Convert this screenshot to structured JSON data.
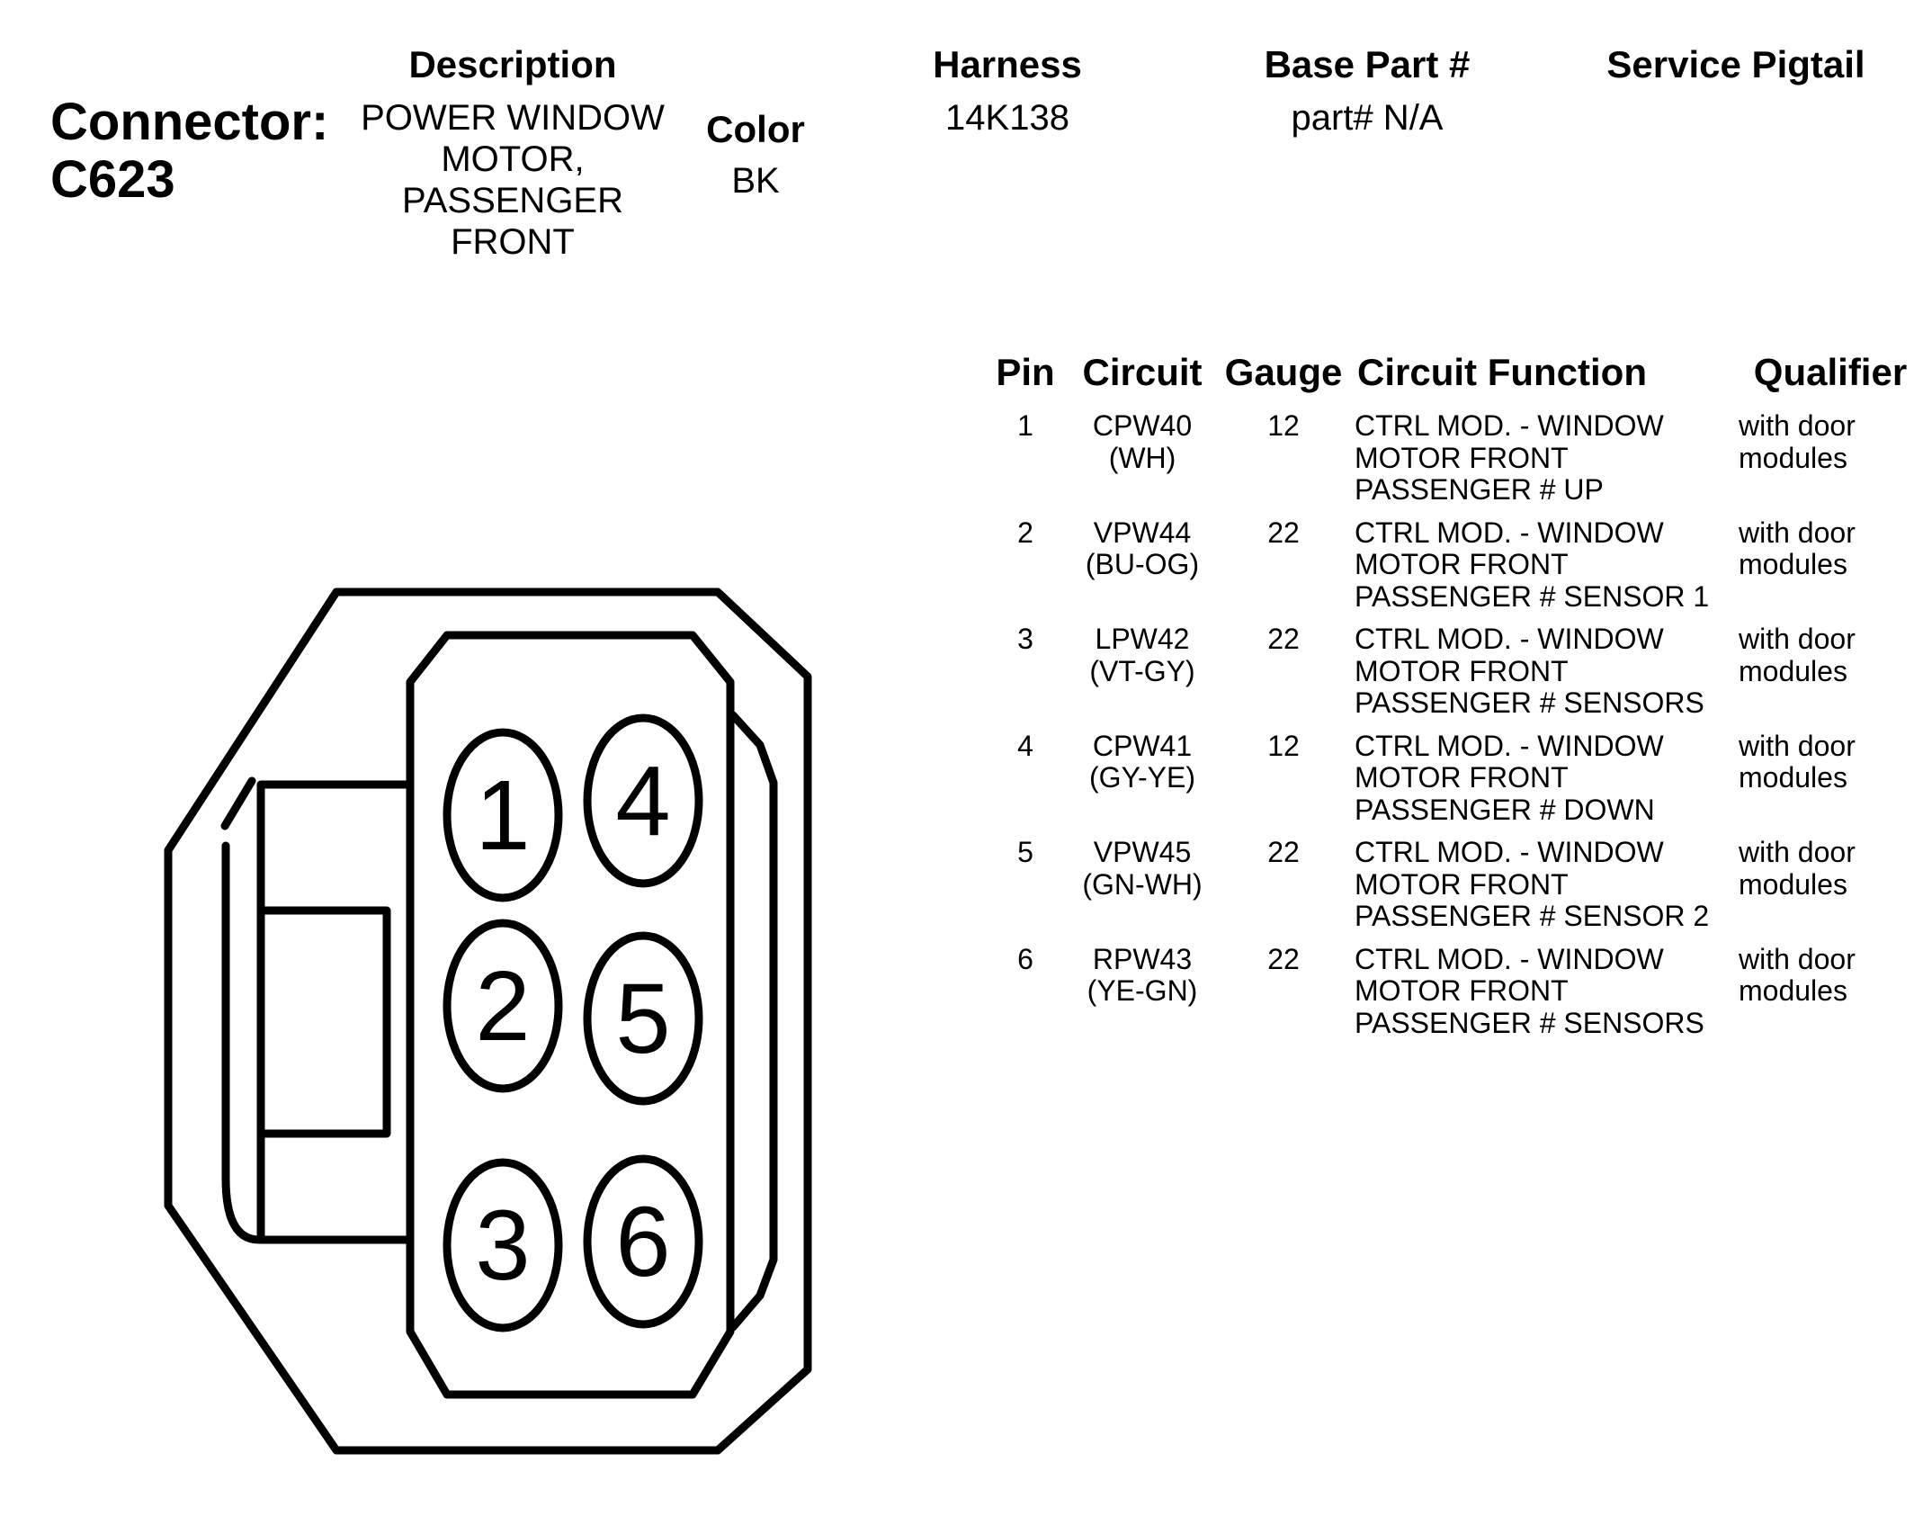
{
  "header": {
    "connector_label": "Connector:",
    "connector_id": "C623",
    "description_header": "Description",
    "description_lines": [
      "POWER WINDOW",
      "MOTOR,",
      "PASSENGER",
      "FRONT"
    ],
    "color_header": "Color",
    "color_value": "BK",
    "harness_header": "Harness",
    "harness_value": "14K138",
    "base_part_header": "Base Part #",
    "base_part_value": "part# N/A",
    "service_pigtail_header": "Service Pigtail"
  },
  "table": {
    "headers": {
      "pin": "Pin",
      "circuit": "Circuit",
      "gauge": "Gauge",
      "circuit_function": "Circuit Function",
      "qualifier": "Qualifier"
    },
    "rows": [
      {
        "pin": "1",
        "circuit": "CPW40",
        "wire_color": "(WH)",
        "gauge": "12",
        "function_lines": [
          "CTRL MOD. - WINDOW",
          "MOTOR FRONT",
          "PASSENGER # UP"
        ],
        "qualifier_lines": [
          "with door",
          "modules"
        ]
      },
      {
        "pin": "2",
        "circuit": "VPW44",
        "wire_color": "(BU-OG)",
        "gauge": "22",
        "function_lines": [
          "CTRL MOD. - WINDOW",
          "MOTOR FRONT",
          "PASSENGER # SENSOR 1"
        ],
        "qualifier_lines": [
          "with door",
          "modules"
        ]
      },
      {
        "pin": "3",
        "circuit": "LPW42",
        "wire_color": "(VT-GY)",
        "gauge": "22",
        "function_lines": [
          "CTRL MOD. - WINDOW",
          "MOTOR FRONT",
          "PASSENGER # SENSORS"
        ],
        "qualifier_lines": [
          "with door",
          "modules"
        ]
      },
      {
        "pin": "4",
        "circuit": "CPW41",
        "wire_color": "(GY-YE)",
        "gauge": "12",
        "function_lines": [
          "CTRL MOD. - WINDOW",
          "MOTOR FRONT",
          "PASSENGER # DOWN"
        ],
        "qualifier_lines": [
          "with door",
          "modules"
        ]
      },
      {
        "pin": "5",
        "circuit": "VPW45",
        "wire_color": "(GN-WH)",
        "gauge": "22",
        "function_lines": [
          "CTRL MOD. - WINDOW",
          "MOTOR FRONT",
          "PASSENGER # SENSOR 2"
        ],
        "qualifier_lines": [
          "with door",
          "modules"
        ]
      },
      {
        "pin": "6",
        "circuit": "RPW43",
        "wire_color": "(YE-GN)",
        "gauge": "22",
        "function_lines": [
          "CTRL MOD. - WINDOW",
          "MOTOR FRONT",
          "PASSENGER # SENSORS"
        ],
        "qualifier_lines": [
          "with door",
          "modules"
        ]
      }
    ]
  },
  "diagram": {
    "pin_labels": [
      "1",
      "2",
      "3",
      "4",
      "5",
      "6"
    ],
    "stroke_color": "#000000"
  }
}
